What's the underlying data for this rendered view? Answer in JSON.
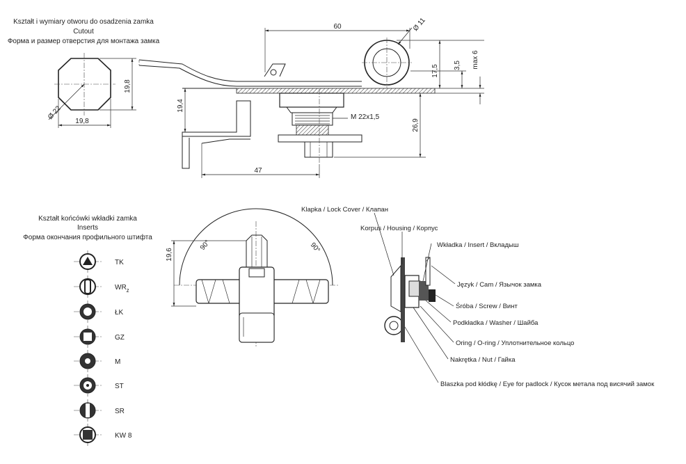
{
  "cutout": {
    "title_pl": "Kształt i wymiary otworu do osadzenia zamka",
    "title_en": "Cutout",
    "title_ru": "Форма и размер отверстия для монтажа замка",
    "dim_diag": "Ø 22",
    "dim_width": "19,8",
    "dim_height": "19,8"
  },
  "side_view": {
    "dim_60": "60",
    "dim_d11": "Ø 11",
    "dim_17_5": "17,5",
    "dim_3_5": "3,5",
    "dim_max6": "max 6",
    "dim_19_4": "19,4",
    "dim_thread": "M 22x1,5",
    "dim_26_9": "26,9",
    "dim_47": "47"
  },
  "front_view": {
    "dim_19_6": "19,6",
    "angle_left": "90°",
    "angle_right": "90°"
  },
  "inserts": {
    "title_pl": "Kształt końcówki wkładki zamka",
    "title_en": "Inserts",
    "title_ru": "Форма окончания профильного штифта",
    "items": [
      {
        "code": "TK"
      },
      {
        "code": "WR",
        "sub": "z"
      },
      {
        "code": "ŁK"
      },
      {
        "code": "GZ"
      },
      {
        "code": "M"
      },
      {
        "code": "ST"
      },
      {
        "code": "SR"
      },
      {
        "code": "KW 8"
      }
    ]
  },
  "exploded": {
    "labels": {
      "lock_cover": "Klapka / Lock Cover / Клапан",
      "housing": "Korpus / Housing / Корпус",
      "insert": "Wkładka / Insert / Вкладыш",
      "cam": "Język / Cam / Язычок замка",
      "screw": "Śróba / Screw / Винт",
      "washer": "Podkładka / Washer / Шайба",
      "oring": "Oring / O-ring / Уплотнительное кольцо",
      "nut": "Nakrętka / Nut / Гайка",
      "eye": "Blaszka pod kłódkę / Eye for padlock / Кусок метала под висячий замок"
    }
  }
}
